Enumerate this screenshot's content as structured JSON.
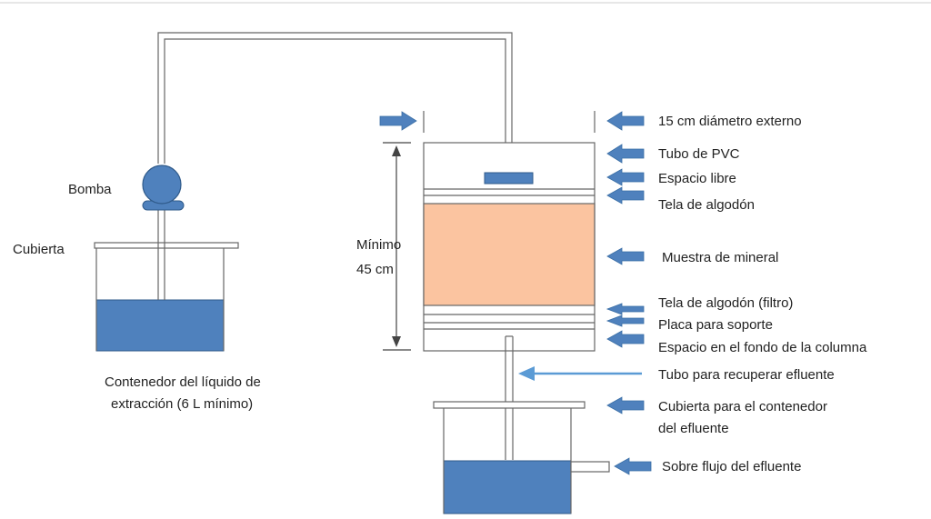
{
  "labels": {
    "bomba": "Bomba",
    "cubierta": "Cubierta",
    "contenedor_line1": "Contenedor del líquido de",
    "contenedor_line2": "extracción (6 L mínimo)",
    "minimo_line1": "Mínimo",
    "minimo_line2": "45 cm",
    "diametro": "15 cm diámetro externo",
    "tubo_pvc": "Tubo de PVC",
    "espacio_libre": "Espacio libre",
    "tela_algodon": "Tela de algodón",
    "muestra": "Muestra de mineral",
    "tela_filtro": "Tela de algodón (filtro)",
    "placa": "Placa para soporte",
    "espacio_fondo": "Espacio en el fondo de la columna",
    "tubo_recuperar": "Tubo para recuperar efluente",
    "cubierta_efluente_line1": "Cubierta para el contenedor",
    "cubierta_efluente_line2": "del efluente",
    "sobre_flujo": "Sobre flujo del efluente"
  },
  "colors": {
    "liquid": "#4f81bd",
    "liquid_stroke": "#2f5a8a",
    "mineral": "#fbc4a0",
    "arrow": "#4f81bd",
    "arrow_line": "#5b9bd5",
    "line": "#555555"
  }
}
